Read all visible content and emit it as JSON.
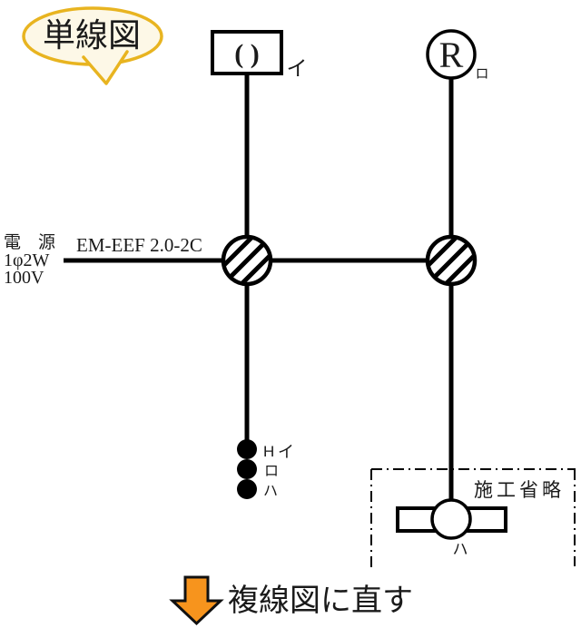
{
  "bubble": {
    "label": "単線図"
  },
  "power_source": {
    "line1": "電　源",
    "line2": "1φ2W",
    "line3": "100V"
  },
  "cable": {
    "label": "EM-EEF 2.0-2C"
  },
  "devices": {
    "ceiling_light": {
      "glyph": "( )",
      "label": "イ"
    },
    "lamp_r": {
      "glyph": "R",
      "label": "ロ"
    },
    "fluorescent_light": {
      "label": "ハ"
    },
    "switches": {
      "pilot_mark": "H",
      "labels": [
        "イ",
        "ロ",
        "ハ"
      ]
    }
  },
  "omission_area": {
    "label": "施工省略"
  },
  "footer": {
    "label": "複線図に直す"
  },
  "colors": {
    "wire": "#000000",
    "bubble_border": "#e8b420",
    "bubble_fill": "#fdf8e7",
    "arrow_fill": "#f7941d",
    "arrow_outline": "#111111",
    "footer_text": "#3c3c3c"
  }
}
